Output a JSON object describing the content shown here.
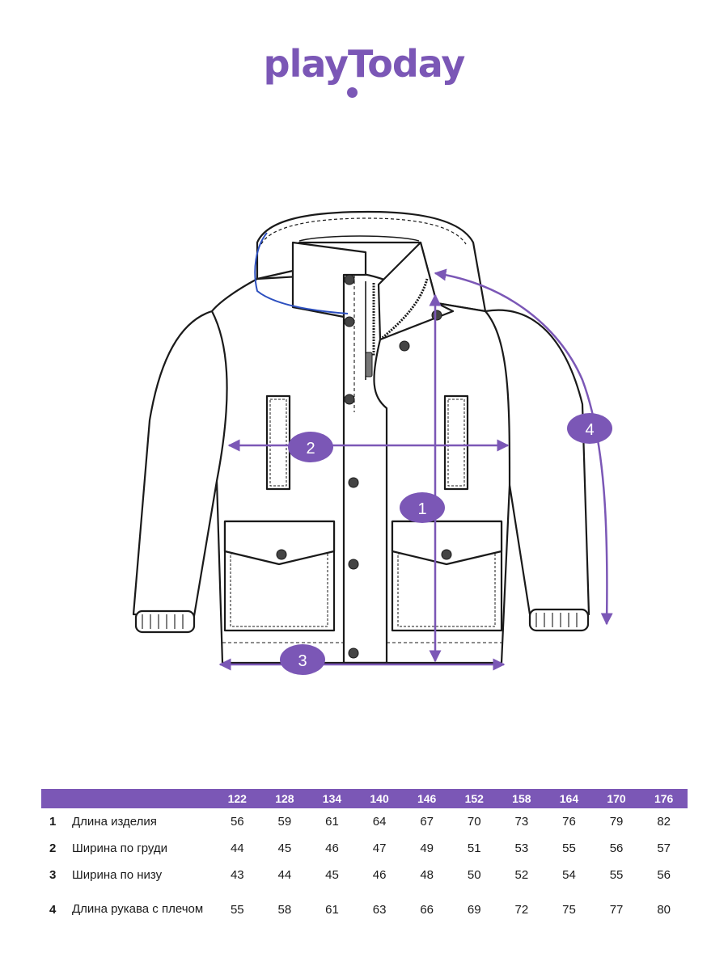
{
  "brand": {
    "name": "playToday",
    "accent_color": "#7b57b6"
  },
  "diagram": {
    "markers": [
      "1",
      "2",
      "3",
      "4"
    ],
    "outline_color": "#1a1a1a",
    "hood_edge_color": "#2c4fbf"
  },
  "table": {
    "sizes": [
      "122",
      "128",
      "134",
      "140",
      "146",
      "152",
      "158",
      "164",
      "170",
      "176"
    ],
    "rows": [
      {
        "num": "1",
        "label": "Длина изделия",
        "values": [
          "56",
          "59",
          "61",
          "64",
          "67",
          "70",
          "73",
          "76",
          "79",
          "82"
        ]
      },
      {
        "num": "2",
        "label": "Ширина по груди",
        "values": [
          "44",
          "45",
          "46",
          "47",
          "49",
          "51",
          "53",
          "55",
          "56",
          "57"
        ]
      },
      {
        "num": "3",
        "label": "Ширина по низу",
        "values": [
          "43",
          "44",
          "45",
          "46",
          "48",
          "50",
          "52",
          "54",
          "55",
          "56"
        ]
      },
      {
        "num": "4",
        "label": "Длина рукава с плечом",
        "values": [
          "55",
          "58",
          "61",
          "63",
          "66",
          "69",
          "72",
          "75",
          "77",
          "80"
        ]
      }
    ]
  }
}
